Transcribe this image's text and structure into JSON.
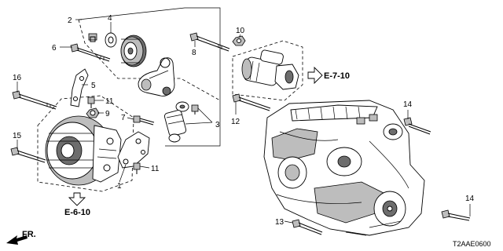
{
  "callouts": [
    {
      "id": "c1",
      "label": "1"
    },
    {
      "id": "c2",
      "label": "2"
    },
    {
      "id": "c3",
      "label": "3"
    },
    {
      "id": "c4",
      "label": "4"
    },
    {
      "id": "c5",
      "label": "5"
    },
    {
      "id": "c6",
      "label": "6"
    },
    {
      "id": "c7",
      "label": "7"
    },
    {
      "id": "c8",
      "label": "8"
    },
    {
      "id": "c9",
      "label": "9"
    },
    {
      "id": "c10",
      "label": "10"
    },
    {
      "id": "c11a",
      "label": "11"
    },
    {
      "id": "c11b",
      "label": "11"
    },
    {
      "id": "c12",
      "label": "12"
    },
    {
      "id": "c13",
      "label": "13"
    },
    {
      "id": "c14a",
      "label": "14"
    },
    {
      "id": "c14b",
      "label": "14"
    },
    {
      "id": "c15",
      "label": "15"
    },
    {
      "id": "c16",
      "label": "16"
    }
  ],
  "refs": {
    "alternator_ref": "E-6-10",
    "starter_ref": "E-7-10"
  },
  "front_label": "FR.",
  "diagram_code": "T2AAE0600"
}
